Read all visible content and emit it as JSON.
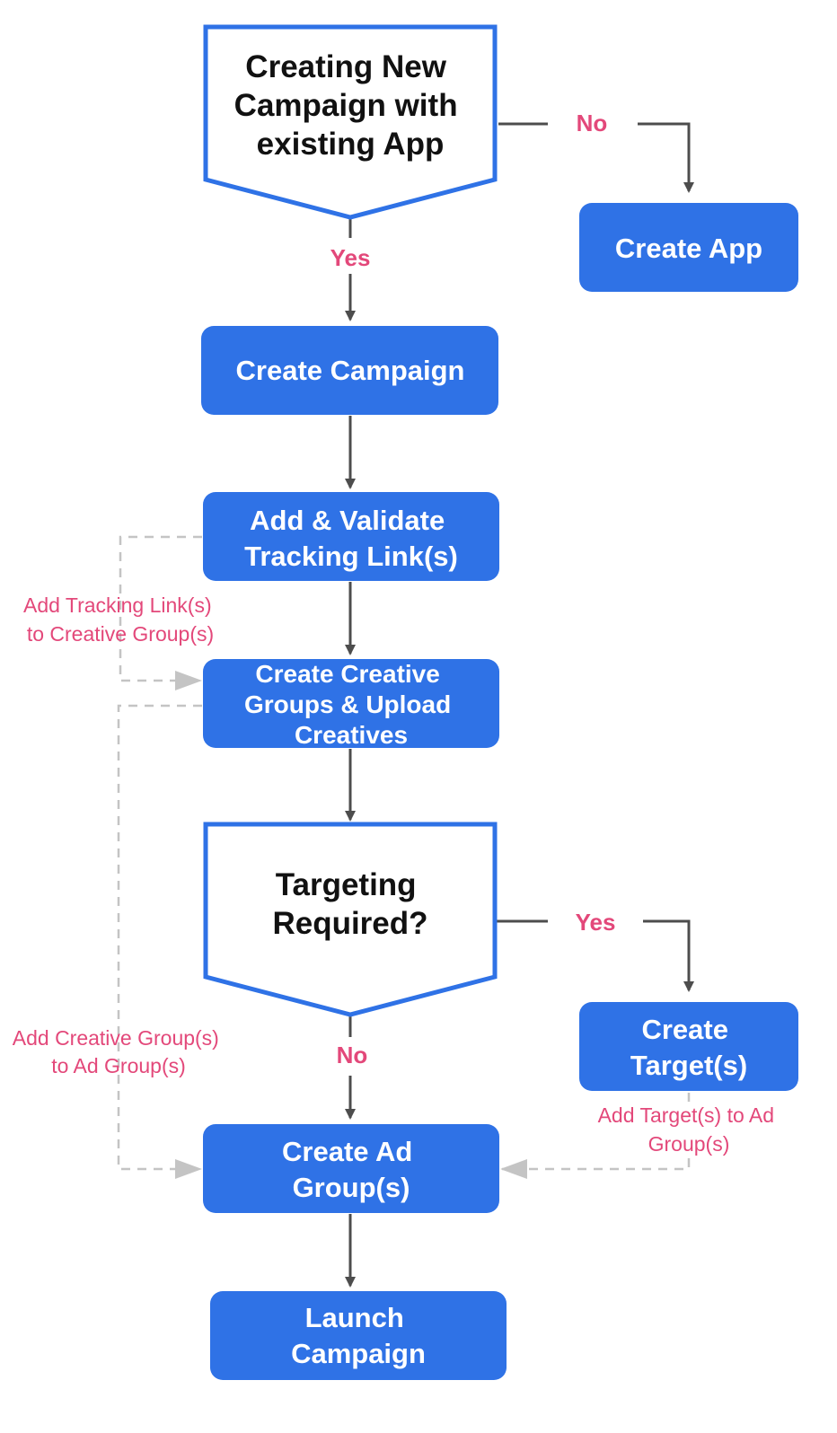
{
  "colors": {
    "box_fill": "#2f72e6",
    "box_text": "#ffffff",
    "decision_border": "#2f72e6",
    "label_accent": "#e3487a",
    "arrow": "#4d4d4d",
    "dashed": "#c4c4c4"
  },
  "decisions": {
    "start": {
      "lines": [
        "Creating New",
        "Campaign with",
        "existing App"
      ]
    },
    "targeting": {
      "lines": [
        "Targeting",
        "Required?"
      ]
    }
  },
  "steps": {
    "create_app": {
      "lines": [
        "Create App"
      ]
    },
    "create_campaign": {
      "lines": [
        "Create Campaign"
      ]
    },
    "tracking_links": {
      "lines": [
        "Add & Validate",
        "Tracking Link(s)"
      ]
    },
    "creative_groups": {
      "lines": [
        "Create Creative",
        "Groups & Upload",
        "Creatives"
      ]
    },
    "create_targets": {
      "lines": [
        "Create",
        "Target(s)"
      ]
    },
    "ad_groups": {
      "lines": [
        "Create Ad",
        "Group(s)"
      ]
    },
    "launch": {
      "lines": [
        "Launch",
        "Campaign"
      ]
    }
  },
  "edges": {
    "start_no": "No",
    "start_yes": "Yes",
    "targeting_yes": "Yes",
    "targeting_no": "No"
  },
  "notes": {
    "tracking_to_creative": [
      "Add Tracking Link(s)",
      "to Creative Group(s)"
    ],
    "creative_to_adgroup": [
      "Add Creative Group(s)",
      "to Ad Group(s)"
    ],
    "target_to_adgroup": [
      "Add Target(s) to Ad",
      "Group(s)"
    ]
  }
}
